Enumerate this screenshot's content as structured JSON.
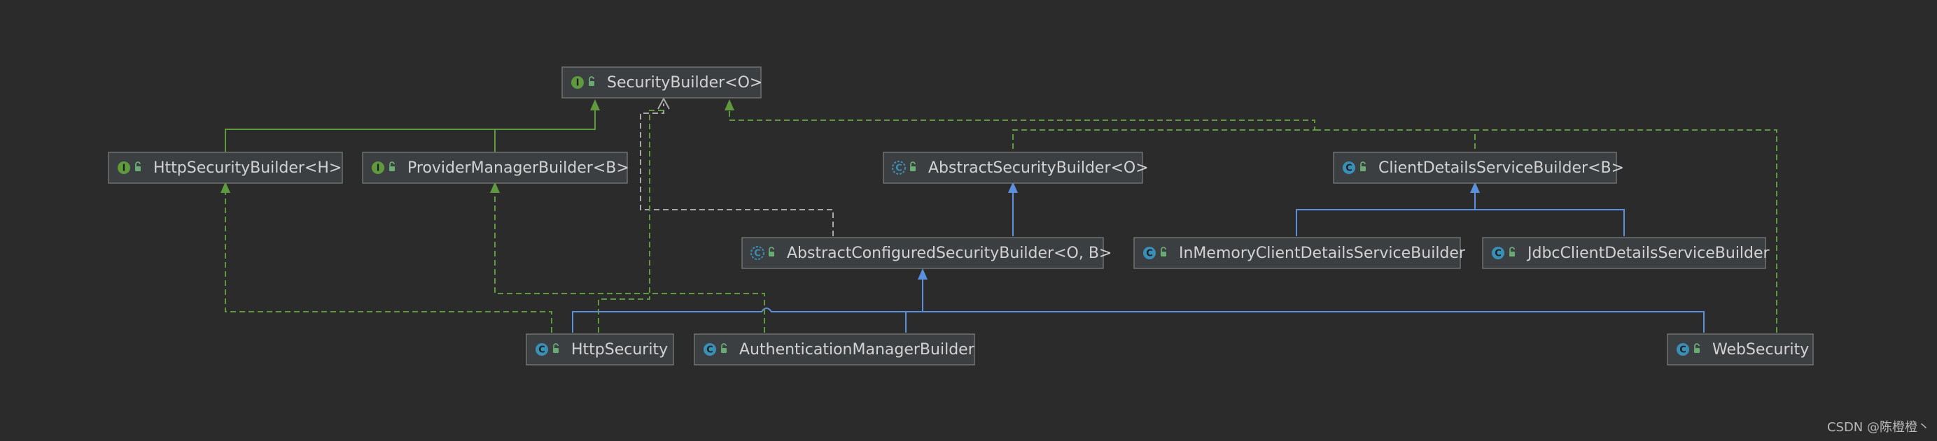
{
  "colors": {
    "background": "#2b2b2b",
    "interface_icon": "#5f9a3e",
    "class_icon": "#3a8fb7",
    "abstract_icon": "#3a8fb7",
    "extends_edge": "#5b91dc",
    "implements_edge": "#5f9a3e",
    "dependency_edge": "#a9a9a9"
  },
  "nodes": {
    "security_builder": {
      "label": "SecurityBuilder<O>",
      "kind": "interface",
      "icon": "I"
    },
    "http_security_builder": {
      "label": "HttpSecurityBuilder<H>",
      "kind": "interface",
      "icon": "I"
    },
    "provider_manager_builder": {
      "label": "ProviderManagerBuilder<B>",
      "kind": "interface",
      "icon": "I"
    },
    "abstract_security_builder": {
      "label": "AbstractSecurityBuilder<O>",
      "kind": "abstract",
      "icon": "C"
    },
    "client_details_builder": {
      "label": "ClientDetailsServiceBuilder<B>",
      "kind": "class",
      "icon": "C"
    },
    "abstract_configured": {
      "label": "AbstractConfiguredSecurityBuilder<O, B>",
      "kind": "abstract",
      "icon": "C"
    },
    "in_memory_client": {
      "label": "InMemoryClientDetailsServiceBuilder",
      "kind": "class",
      "icon": "C"
    },
    "jdbc_client": {
      "label": "JdbcClientDetailsServiceBuilder",
      "kind": "class",
      "icon": "C"
    },
    "http_security": {
      "label": "HttpSecurity",
      "kind": "final",
      "icon": "C"
    },
    "auth_manager_builder": {
      "label": "AuthenticationManagerBuilder",
      "kind": "class",
      "icon": "C"
    },
    "web_security": {
      "label": "WebSecurity",
      "kind": "final",
      "icon": "C"
    }
  },
  "watermark": "CSDN @陈橙橙丶"
}
